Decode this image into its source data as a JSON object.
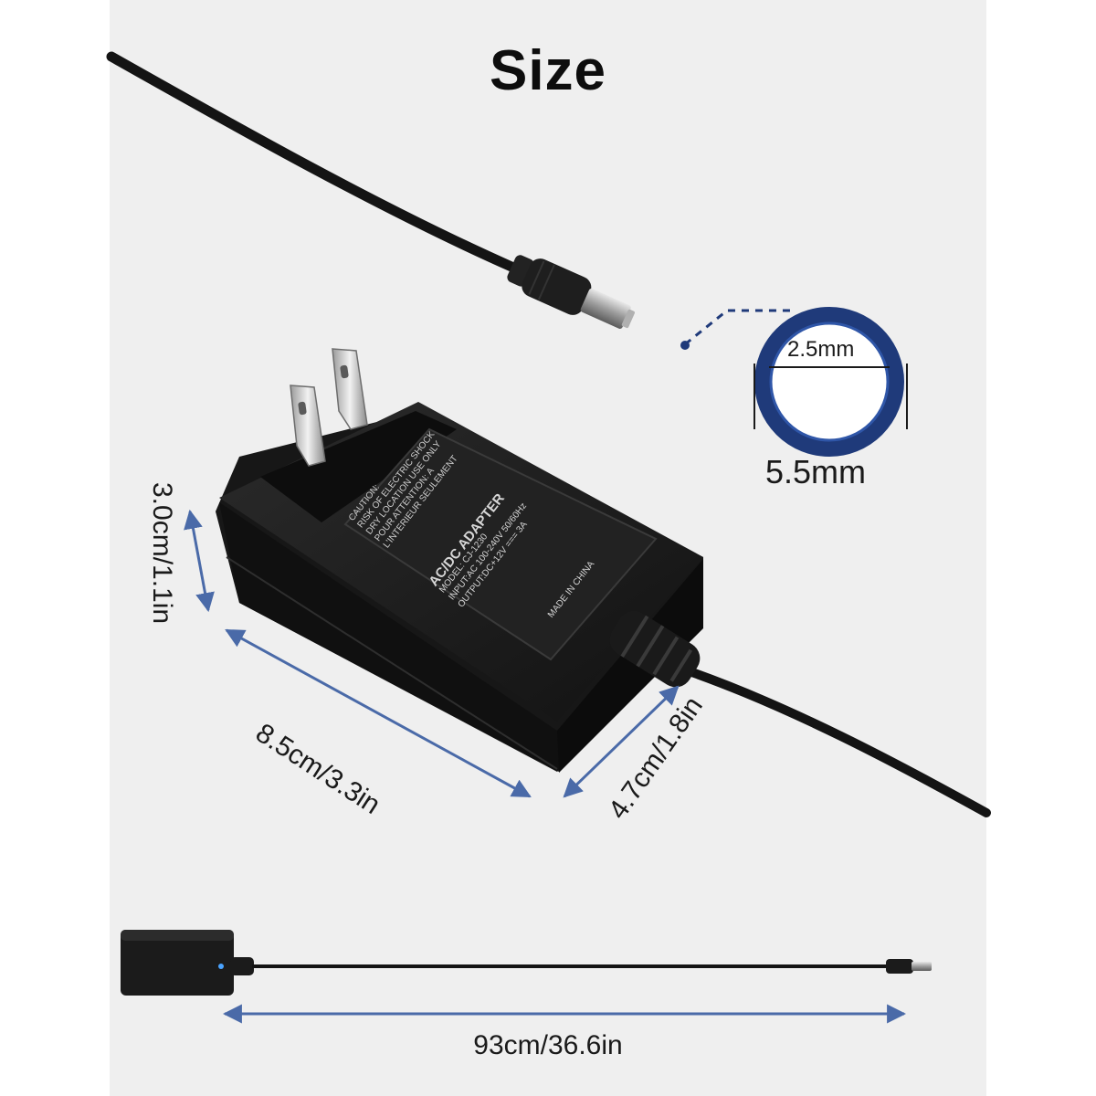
{
  "title": "Size",
  "connector": {
    "inner_diameter": "2.5mm",
    "outer_diameter": "5.5mm"
  },
  "dimensions": {
    "length": "8.5cm/3.3in",
    "width": "4.7cm/1.8in",
    "height": "3.0cm/1.1in",
    "cable_length": "93cm/36.6in"
  },
  "adapter_label": {
    "caution_line1": "CAUTION:",
    "caution_line2": "RISK OF ELECTRIC SHOCK",
    "caution_line3": "DRY LOCATION USE ONLY",
    "caution_line4": "POUR ATTENTION: A",
    "caution_line5": "L'INTERIEUR SEULEMENT",
    "product": "AC/DC ADAPTER",
    "model": "MODEL: CJ-1230",
    "input": "INPUT:AC 100-240V 50/60Hz",
    "output": "OUTPUT:DC+12V === 3A",
    "origin": "MADE IN CHINA"
  },
  "colors": {
    "panel": "#efefef",
    "accent_blue": "#4a6aa8",
    "ring_blue": "#1f3a7a",
    "adapter": "#1b1b1b"
  }
}
